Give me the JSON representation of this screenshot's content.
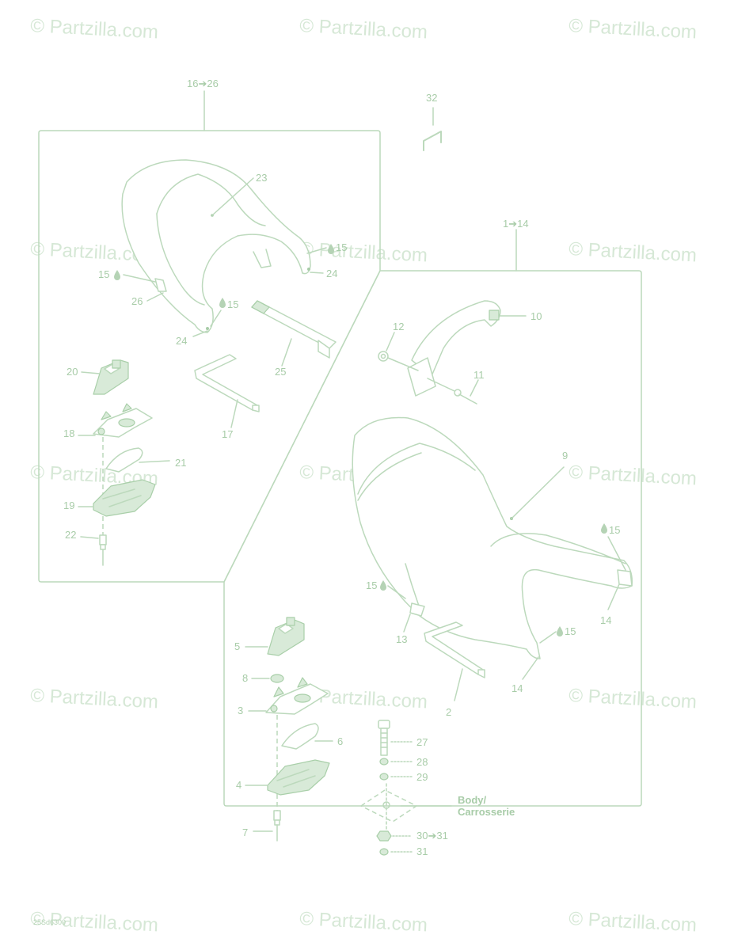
{
  "watermark": "© Partzilla.com",
  "groups": {
    "seat_rear": "16➔26",
    "seat_front": "1➔14",
    "hook": "32"
  },
  "labels": {
    "l2": "2",
    "l3": "3",
    "l4": "4",
    "l5": "5",
    "l6": "6",
    "l7": "7",
    "l8": "8",
    "l9": "9",
    "l10": "10",
    "l11": "11",
    "l12": "12",
    "l13": "13",
    "l14a": "14",
    "l14b": "14",
    "l15a": "15",
    "l15b": "15",
    "l15c": "15",
    "l15d": "15",
    "l15e": "15",
    "l15f": "15",
    "l17": "17",
    "l18": "18",
    "l19": "19",
    "l20": "20",
    "l21": "21",
    "l22": "22",
    "l23": "23",
    "l24a": "24",
    "l24b": "24",
    "l25": "25",
    "l26": "26",
    "l27": "27",
    "l28": "28",
    "l29": "29",
    "l30": "30➔31",
    "l31": "31"
  },
  "body_label": {
    "line1": "Body/",
    "line2": "Carrosserie"
  },
  "diagram_code": "25Sd6300",
  "colors": {
    "line": "#bcd9bc",
    "text": "#a8cca8",
    "watermark": "#d6e8d6"
  }
}
